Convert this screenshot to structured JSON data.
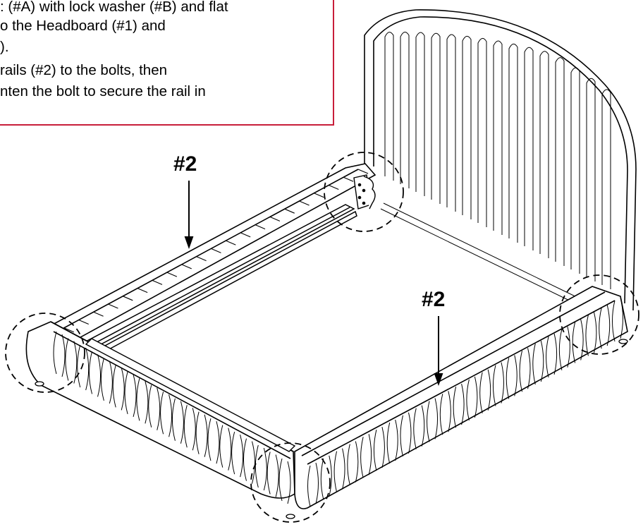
{
  "instructions": {
    "lines": [
      ": (#A) with lock washer (#B) and flat",
      "o the Headboard (#1) and",
      ").",
      " rails (#2) to the bolts, then",
      "nten the bolt to secure the rail in"
    ],
    "border_color": "#c81e3a"
  },
  "callouts": {
    "left_rail": "#2",
    "right_rail": "#2"
  },
  "icons": {
    "detail_markers": "dashed-circle",
    "arrows": "down-arrow"
  }
}
